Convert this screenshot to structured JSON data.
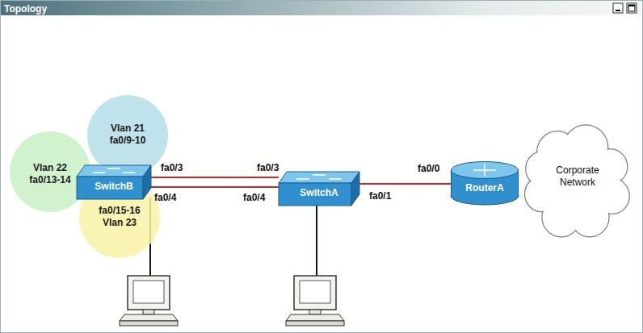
{
  "diagram": {
    "title": "Topology",
    "nodes": [
      {
        "text": [
          "Vlan 21",
          "fa0/9-10"
        ]
      },
      {
        "text": [
          "Vlan 22",
          "fa0/13-14"
        ]
      },
      {
        "text": [
          "SwitchB"
        ]
      },
      {
        "text": [
          "fa0/15-16",
          "Vlan 23"
        ]
      },
      {
        "text": [
          "SwitchA"
        ]
      },
      {
        "text": [
          "RouterA"
        ]
      },
      {
        "text": [
          "Corporate Network"
        ]
      }
    ],
    "edges": [
      {
        "from": 2,
        "to": 4,
        "arrow": "none"
      },
      {
        "from": 2,
        "to": 4,
        "arrow": "none"
      },
      {
        "from": 4,
        "to": 5,
        "arrow": "none"
      }
    ],
    "labels": [
      "fa0/3",
      "fa0/4",
      "fa0/3",
      "fa0/4",
      "fa0/1",
      "fa0/0"
    ]
  }
}
